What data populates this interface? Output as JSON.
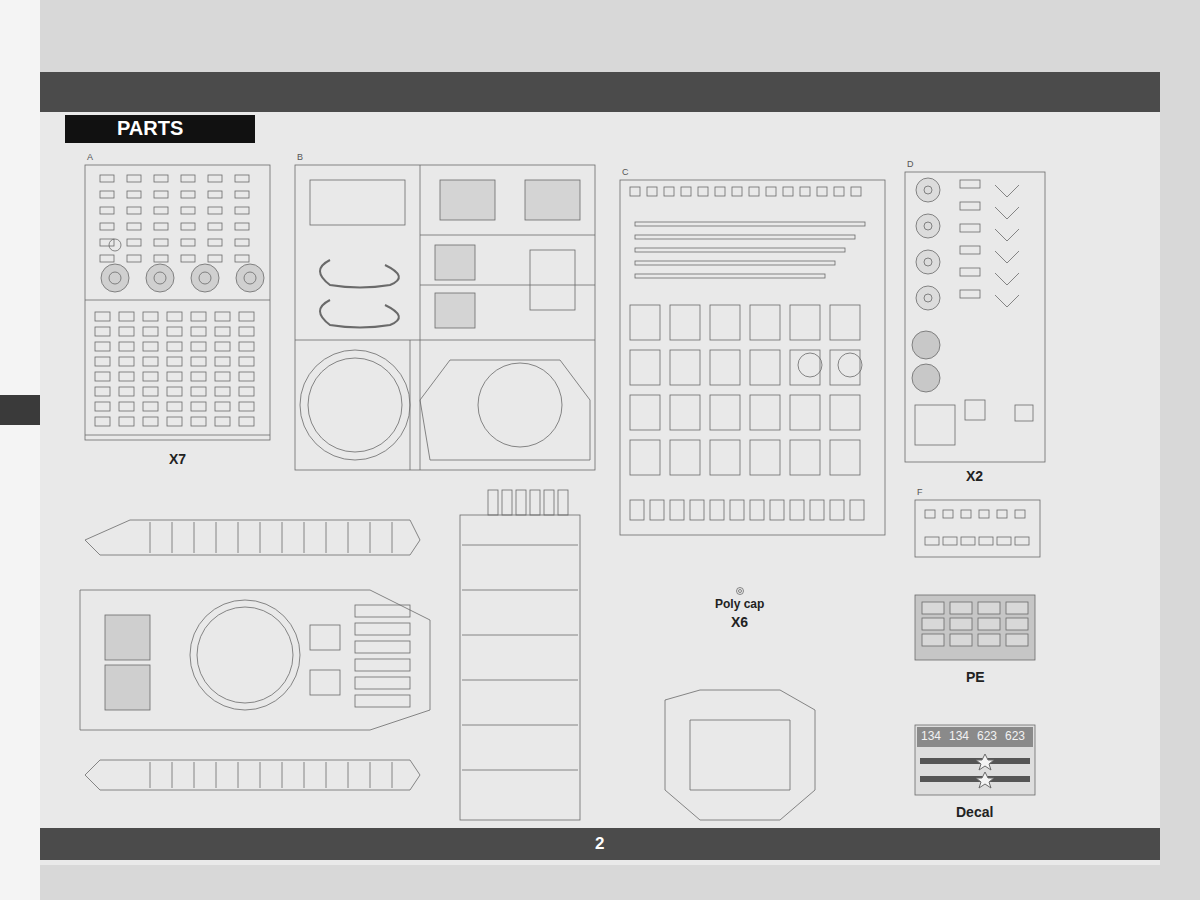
{
  "diagram": {
    "nodes": [
      {
        "text": [
          "PARTS"
        ]
      },
      {
        "text": [
          "A",
          "X7"
        ]
      },
      {
        "text": [
          "B"
        ]
      },
      {
        "text": [
          "C"
        ]
      },
      {
        "text": [
          "D",
          "X2"
        ]
      },
      {
        "text": [
          "F"
        ]
      },
      {
        "text": [
          "PE"
        ]
      },
      {
        "text": [
          "134",
          "134",
          "623",
          "623",
          "Decal"
        ]
      },
      {
        "text": [
          "2"
        ]
      }
    ],
    "labels": [
      "Poly cap",
      "X6"
    ]
  }
}
